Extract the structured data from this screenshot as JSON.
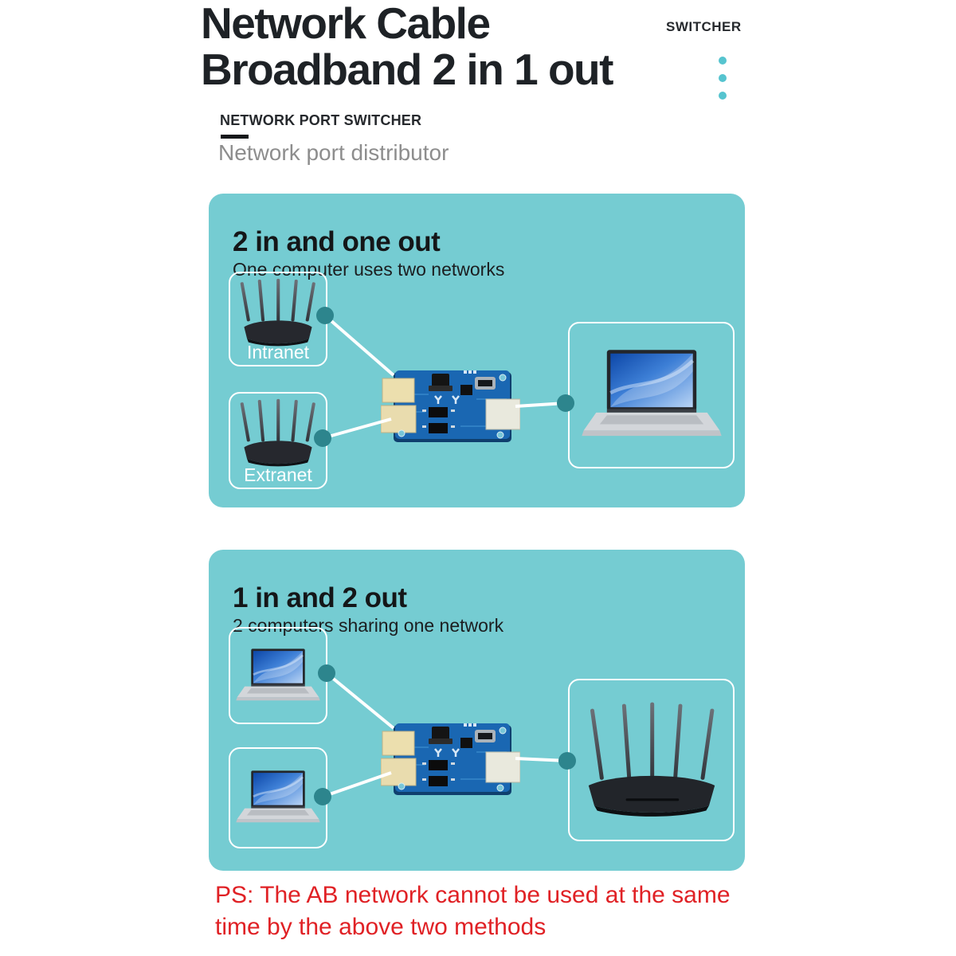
{
  "header": {
    "title_line1": "Network Cable",
    "title_line2": "Broadband 2 in 1 out",
    "badge": "SWITCHER",
    "caps_subtitle": "NETWORK PORT SWITCHER",
    "subtitle": "Network port distributor"
  },
  "panels": [
    {
      "title": "2 in and one out",
      "subtitle": "One computer uses two networks",
      "inputs": [
        {
          "label": "Intranet",
          "device": "router"
        },
        {
          "label": "Extranet",
          "device": "router"
        }
      ],
      "output": {
        "device": "laptop"
      }
    },
    {
      "title": "1 in and 2 out",
      "subtitle": "2 computers sharing one network",
      "inputs": [
        {
          "label": "",
          "device": "laptop"
        },
        {
          "label": "",
          "device": "laptop"
        }
      ],
      "output": {
        "device": "router"
      }
    }
  ],
  "footer": {
    "line1": "PS: The AB network cannot be used at the same",
    "line2": "time by the above two methods"
  },
  "colors": {
    "panel_background": "#75ccd2",
    "connector_dot": "#2d858d",
    "header_dots": "#56c4cf",
    "warning_text": "#e02125",
    "pcb_blue": "#1a67b2",
    "port_cream": "#ecdfae"
  }
}
